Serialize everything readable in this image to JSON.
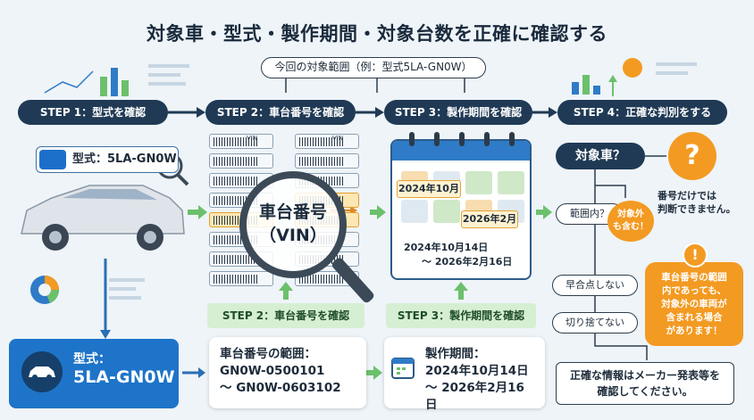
{
  "title": "対象車・型式・製作期間・対象台数を正確に確認する",
  "scope_label": "今回の対象範囲（例：型式5LA-GN0W）",
  "steps": {
    "step1": "STEP 1：型式を確認",
    "step2": "STEP 2：車台番号を確認",
    "step3": "STEP 3：製作期間を確認",
    "step4": "STEP 4：正確な判別をする"
  },
  "car_label": "型式：5LA-GN0W",
  "lens_text": "車台番号\n（VIN）",
  "vin_label": "VIN",
  "calendar": {
    "start_tag": "2024年10月",
    "end_tag": "2026年2月",
    "range_line1": "2024年10月14日",
    "range_line2": "～ 2026年2月16日"
  },
  "sub_steps": {
    "step2": "STEP 2：車台番号を確認",
    "step3": "STEP 3：製作期間を確認"
  },
  "decision": {
    "question": "対象車？",
    "question_mark": "?",
    "in_range": "範囲内？",
    "exclude_badge": "対象外\nも含む！",
    "note": "番号だけでは\n判断できません。",
    "mismatch": "早合点しない",
    "no_drop": "切り捨てない",
    "warning_mark": "!",
    "warning": "車台番号の範囲\n内であっても、\n対象外の車両が\n含まれる場合\nがあります！",
    "final": "正確な情報はメーカー発表等を\n確認してください。"
  },
  "bottom": {
    "model_label": "型式：",
    "model_value": "5LA-GN0W",
    "vin_range_title": "車台番号の範囲：",
    "vin_range_from": "GN0W-0500101",
    "vin_range_to": "～ GN0W-0603102",
    "period_title": "製作期間：",
    "period_from": "2024年10月14日",
    "period_to": "～ 2026年2月16日"
  },
  "colors": {
    "navy": "#203a55",
    "accent_blue": "#1e74c8",
    "orange": "#f39a22",
    "green": "#6cc06c"
  }
}
